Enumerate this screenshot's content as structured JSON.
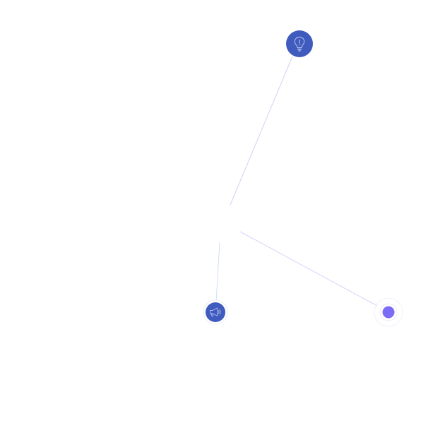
{
  "diagram": {
    "nodes": [
      {
        "id": "center",
        "icon": "none"
      },
      {
        "id": "idea",
        "icon": "lightbulb-icon",
        "color": "#3f5bbd"
      },
      {
        "id": "announce",
        "icon": "megaphone-icon",
        "color": "#3f5bbd"
      },
      {
        "id": "point",
        "icon": "dot-icon",
        "color": "#7b6cf6"
      }
    ],
    "edges": [
      {
        "from": "center",
        "to": "idea",
        "color": "#cdd3f7"
      },
      {
        "from": "center",
        "to": "announce",
        "color": "#cfe0f7"
      },
      {
        "from": "center",
        "to": "point",
        "color": "#d8d3f8"
      }
    ],
    "colors": {
      "node_primary": "#3f5bbd",
      "node_accent": "#7b6cf6",
      "icon_stroke": "#b9c3ef",
      "background": "#ffffff"
    }
  }
}
